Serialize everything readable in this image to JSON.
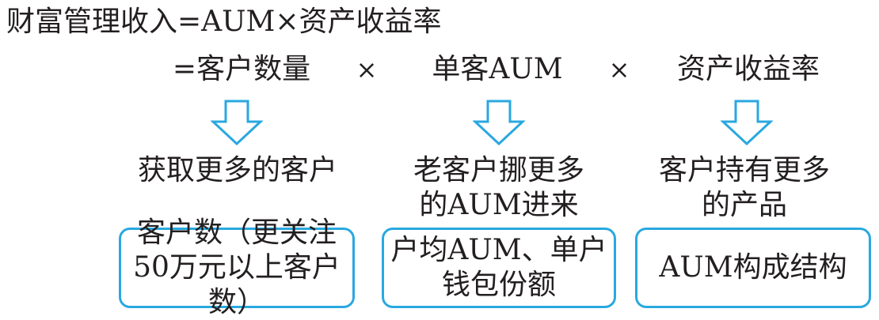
{
  "formula": {
    "top_line": "财富管理收入=AUM×资产收益率"
  },
  "factors": [
    {
      "label": "=客户数量"
    },
    {
      "label": "单客AUM"
    },
    {
      "label": "资产收益率"
    }
  ],
  "times_symbol": "×",
  "goals": [
    {
      "lines": [
        "获取更多的客户"
      ]
    },
    {
      "lines": [
        "老客户挪更多",
        "的AUM进来"
      ]
    },
    {
      "lines": [
        "客户持有更多",
        "的产品"
      ]
    }
  ],
  "metrics": [
    {
      "lines": [
        "客户数（更关注",
        "50万元以上客户数）"
      ]
    },
    {
      "lines": [
        "户均AUM、单户",
        "钱包份额"
      ]
    },
    {
      "lines": [
        "AUM构成结构"
      ]
    }
  ],
  "colors": {
    "accent": "#29a8e0",
    "text": "#231f20"
  }
}
